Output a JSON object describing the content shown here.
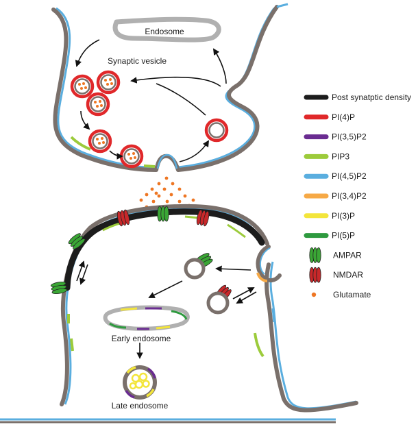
{
  "labels": {
    "endosome": "Endosome",
    "synaptic_vesicle": "Synaptic vesicle",
    "early_endosome": "Early endosome",
    "late_endosome": "Late endosome"
  },
  "colors": {
    "membrane": "#7a706b",
    "psd": "#1c1c1c",
    "pi4p": "#e0282a",
    "pi35p2": "#6a2c91",
    "pip3": "#9ccb3b",
    "pi45p2": "#5aaedf",
    "pi34p2": "#f6a946",
    "pi3p": "#f3e53b",
    "pi5p": "#2e9a3f",
    "ampar": "#3aa635",
    "nmdar": "#c8282a",
    "glutamate": "#ee7623"
  },
  "legend": {
    "items": [
      {
        "label": "Post synatptic density",
        "kind": "bar",
        "color": "#1c1c1c"
      },
      {
        "label": "PI(4)P",
        "kind": "bar",
        "color": "#e0282a"
      },
      {
        "label": "PI(3,5)P2",
        "kind": "bar",
        "color": "#6a2c91"
      },
      {
        "label": "PIP3",
        "kind": "bar",
        "color": "#9ccb3b"
      },
      {
        "label": "PI(4,5)P2",
        "kind": "bar",
        "color": "#5aaedf"
      },
      {
        "label": "PI(3,4)P2",
        "kind": "bar",
        "color": "#f6a946"
      },
      {
        "label": "PI(3)P",
        "kind": "bar",
        "color": "#f3e53b"
      },
      {
        "label": "PI(5)P",
        "kind": "bar",
        "color": "#2e9a3f"
      },
      {
        "label": "AMPAR",
        "kind": "ampar",
        "color": "#3aa635"
      },
      {
        "label": "NMDAR",
        "kind": "nmdar",
        "color": "#c8282a"
      },
      {
        "label": "Glutamate",
        "kind": "dot",
        "color": "#ee7623"
      }
    ]
  }
}
